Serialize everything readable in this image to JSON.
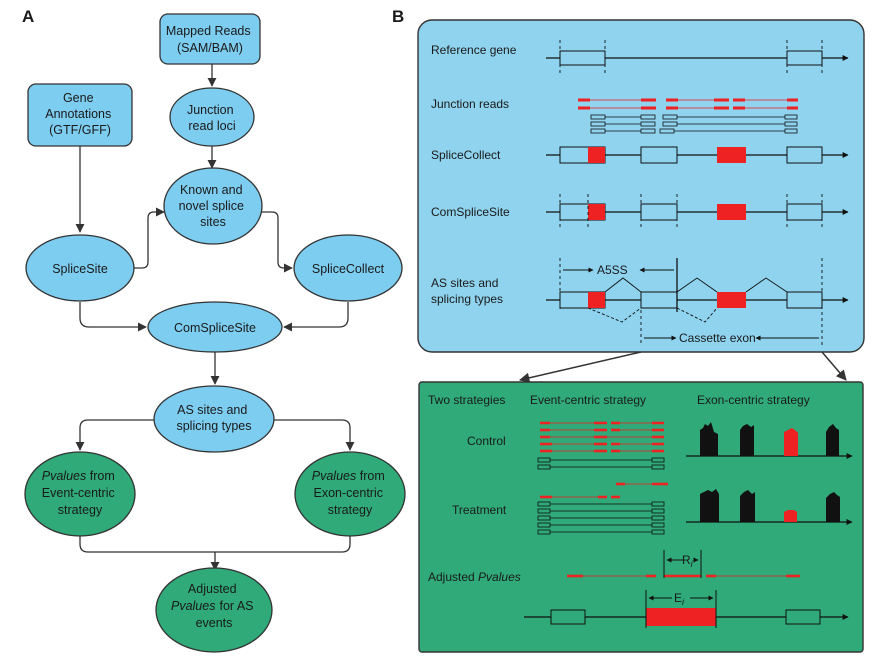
{
  "panel_a": {
    "label": "A",
    "mapped_reads": [
      "Mapped Reads",
      "(SAM/BAM)"
    ],
    "gene_annotations": [
      "Gene",
      "Annotations",
      "(GTF/GFF)"
    ],
    "junction_read_loci": [
      "Junction",
      "read loci"
    ],
    "known_novel": [
      "Known and",
      "novel splice",
      "sites"
    ],
    "splicesite": "SpliceSite",
    "splicecollect": "SpliceCollect",
    "comsplicesite": "ComSpliceSite",
    "as_sites": [
      "AS sites and",
      "splicing types"
    ],
    "pv_event": [
      "Pvalues",
      "from",
      "Event-centric",
      "strategy"
    ],
    "pv_exon": [
      "Pvalues",
      "from",
      "Exon-centric",
      "strategy"
    ],
    "adjusted": [
      "Adjusted",
      "Pvalues",
      "for AS",
      "events"
    ]
  },
  "panel_b": {
    "label": "B",
    "rows": [
      "Reference gene",
      "Junction reads",
      "SpliceCollect",
      "ComSpliceSite",
      "AS sites and",
      "splicing types"
    ],
    "a5ss": "A5SS",
    "cassette": "Cassette exon",
    "two_strategies": "Two strategies",
    "event_centric": "Event-centric strategy",
    "exon_centric": "Exon-centric strategy",
    "control": "Control",
    "treatment": "Treatment",
    "adjusted_prefix": "Adjusted ",
    "adjusted_italic": "Pvalues",
    "ri_base": "R",
    "ri_sub": "i",
    "ei_base": "E",
    "ei_sub": "i"
  },
  "colors": {
    "light_blue": "#8fd3ee",
    "node_blue": "#7dcdf0",
    "green": "#2faa78",
    "red": "#ee2222",
    "black": "#111111"
  }
}
